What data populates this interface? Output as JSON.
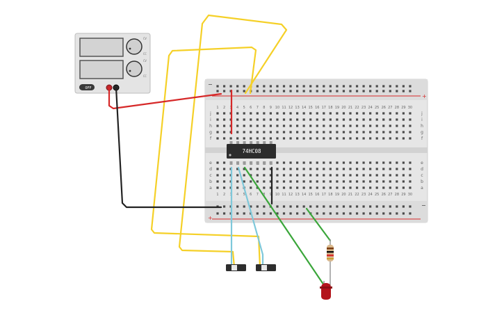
{
  "power_supply": {
    "channel1": {
      "voltage_label": "CV",
      "current_label": "CC"
    },
    "channel2": {
      "voltage_label": "CV",
      "current_label": "CC"
    },
    "power_button_label": "OFF",
    "brand_label": ""
  },
  "breadboard": {
    "column_numbers": [
      "1",
      "2",
      "3",
      "4",
      "5",
      "6",
      "7",
      "8",
      "9",
      "10",
      "11",
      "12",
      "13",
      "14",
      "15",
      "16",
      "17",
      "18",
      "19",
      "20",
      "21",
      "22",
      "23",
      "24",
      "25",
      "26",
      "27",
      "28",
      "29",
      "30"
    ],
    "top_row_letters": [
      "j",
      "i",
      "h",
      "g",
      "f"
    ],
    "bottom_row_letters": [
      "e",
      "d",
      "c",
      "b",
      "a"
    ],
    "rail_plus": "+",
    "rail_minus": "−"
  },
  "chip": {
    "label": "74HC08"
  },
  "colors": {
    "wire_yellow": "#f5d027",
    "wire_red": "#d62828",
    "wire_black": "#222222",
    "wire_blue": "#7ec8da",
    "wire_green": "#3aa63a",
    "led_red": "#b3141b",
    "breadboard": "#e6e6e6"
  }
}
